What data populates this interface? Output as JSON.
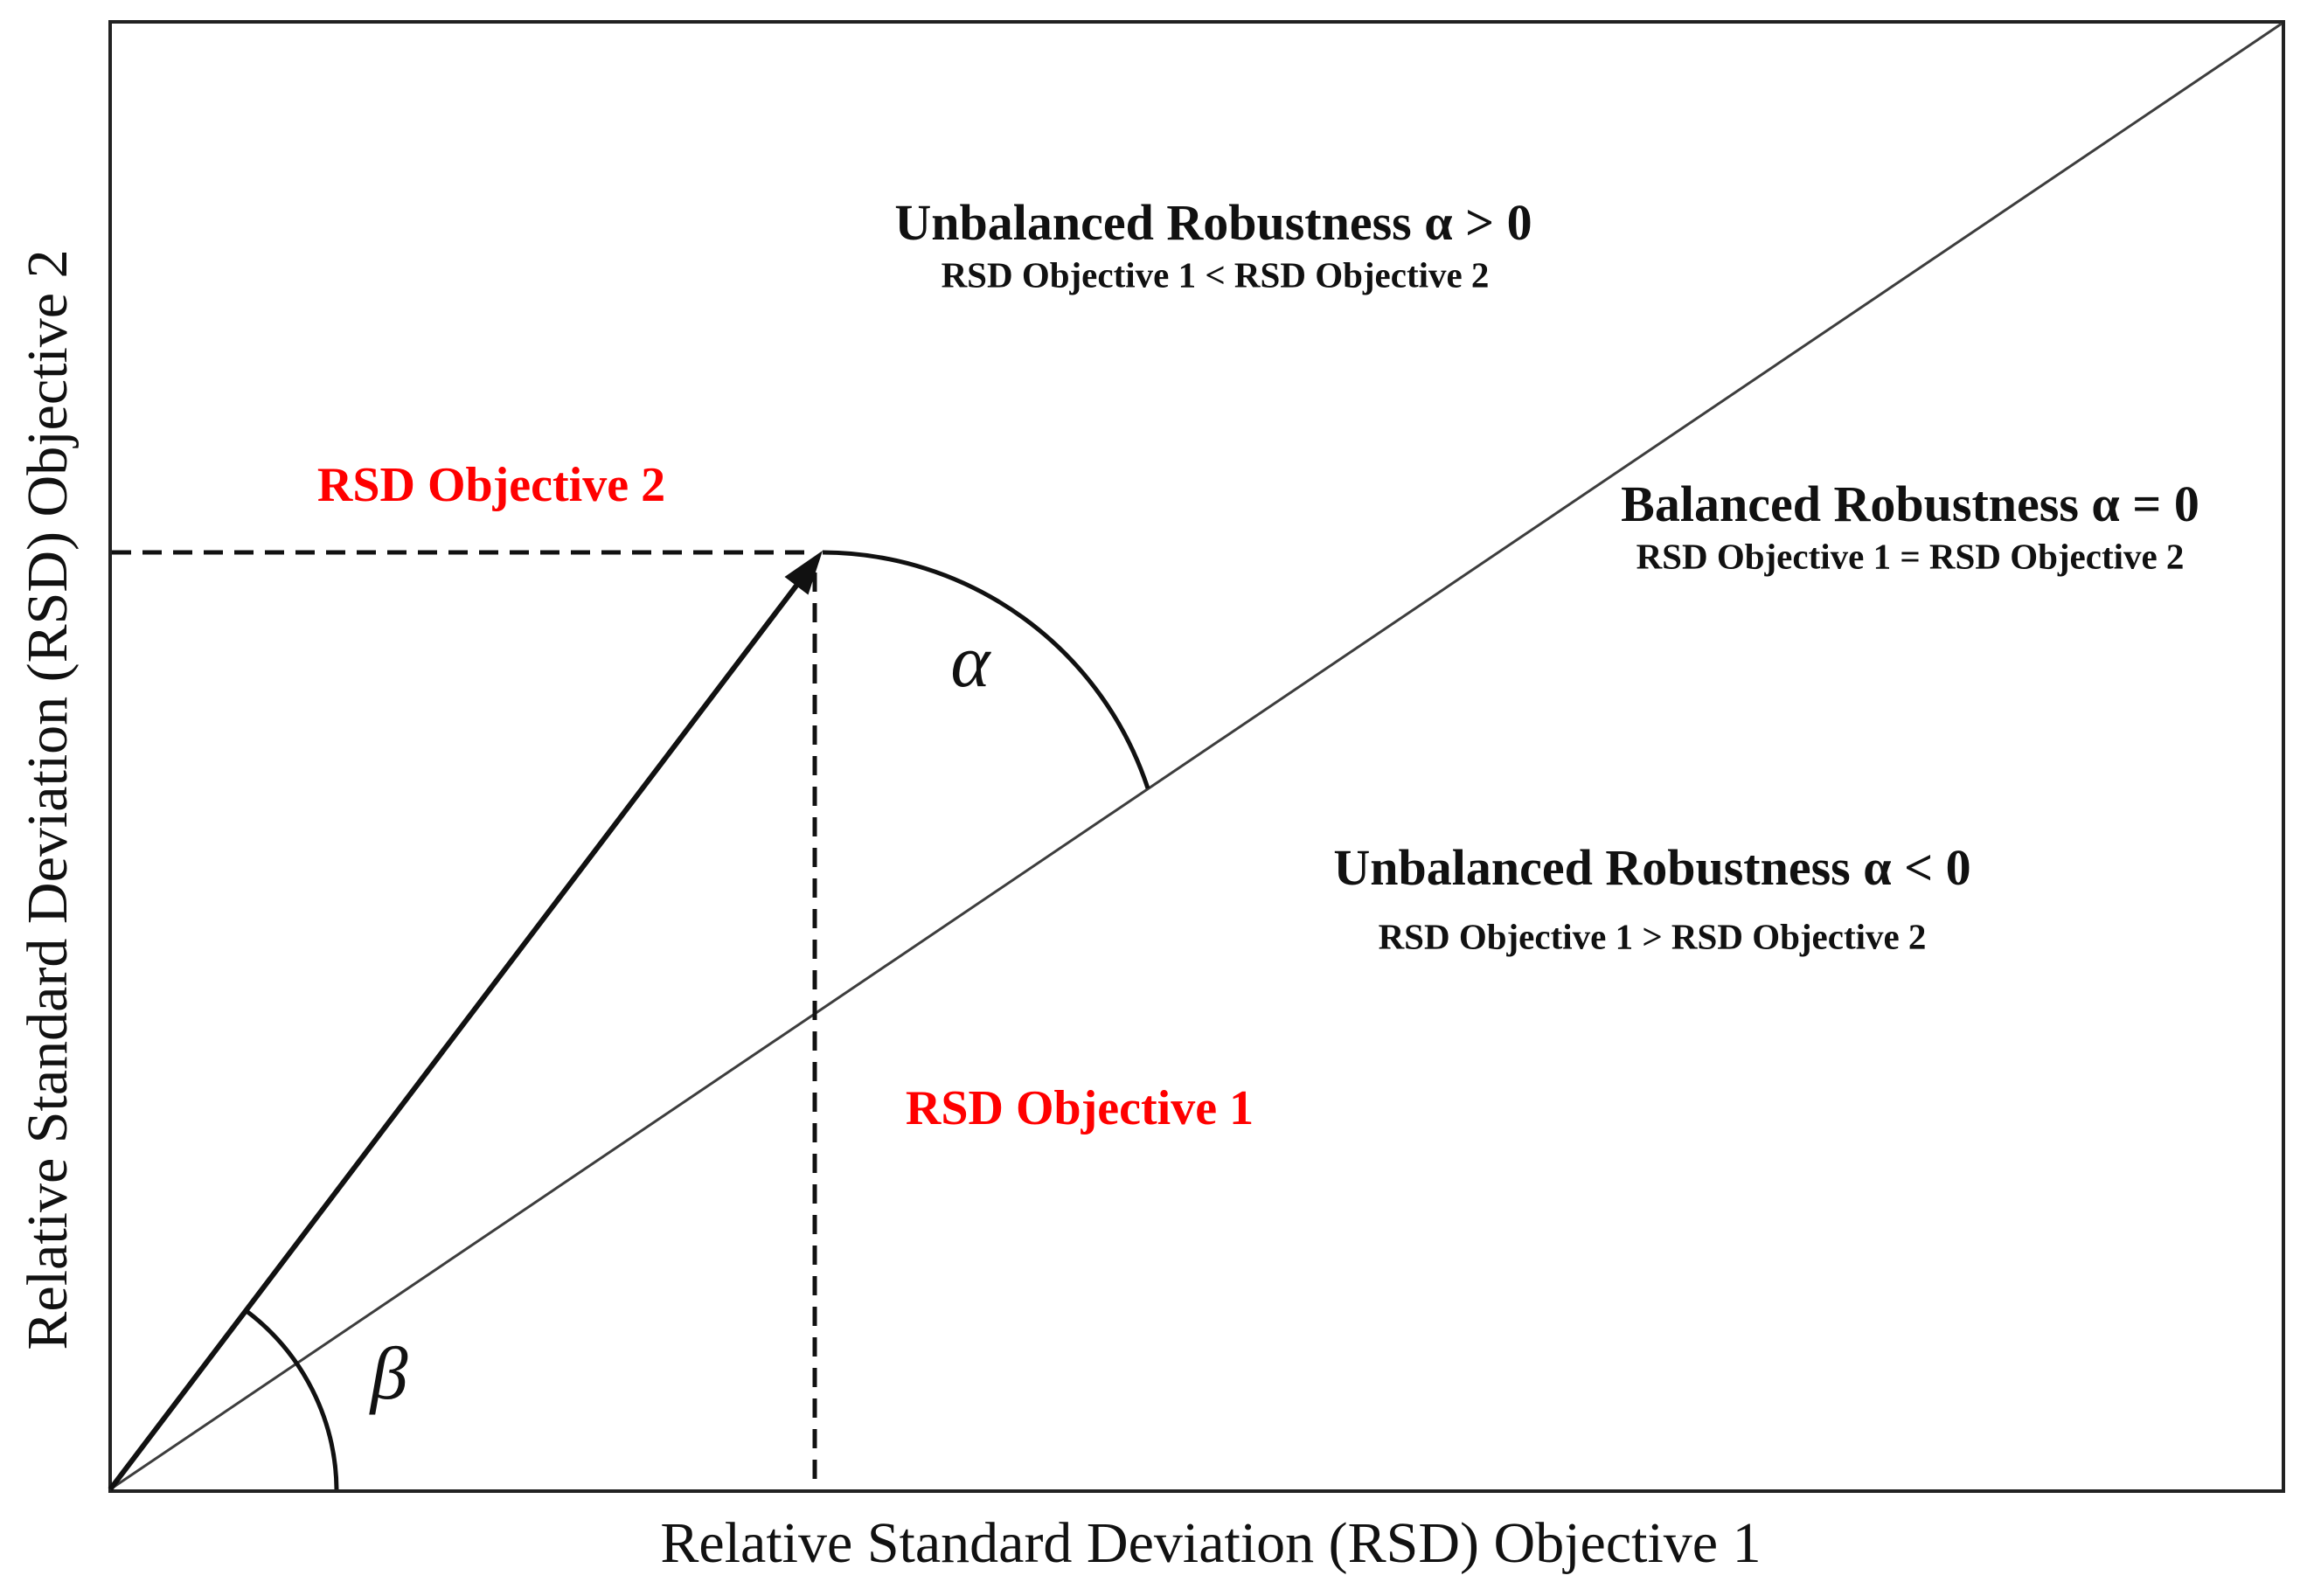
{
  "figure": {
    "x_axis_label": "Relative Standard Deviation (RSD) Objective 1",
    "y_axis_label": "Relative Standard Deviation (RSD) Objective 2",
    "regions": {
      "upper": {
        "title": "Unbalanced Robustness α > 0",
        "subtitle": "RSD Objective 1 < RSD Objective 2"
      },
      "balanced": {
        "title": "Balanced Robustness α = 0",
        "subtitle": "RSD Objective 1 = RSD Objective 2"
      },
      "lower": {
        "title": "Unbalanced Robustness α < 0",
        "subtitle": "RSD Objective 1 > RSD Objective 2"
      }
    },
    "callouts": {
      "rsd2": "RSD Objective 2",
      "rsd1": "RSD Objective 1"
    },
    "angles": {
      "alpha": "α",
      "beta": "β"
    },
    "colors": {
      "callout_red": "#FF0000",
      "line_black": "#111111",
      "diagonal_gray": "#3d3d3d",
      "frame_color": "#222222"
    }
  }
}
